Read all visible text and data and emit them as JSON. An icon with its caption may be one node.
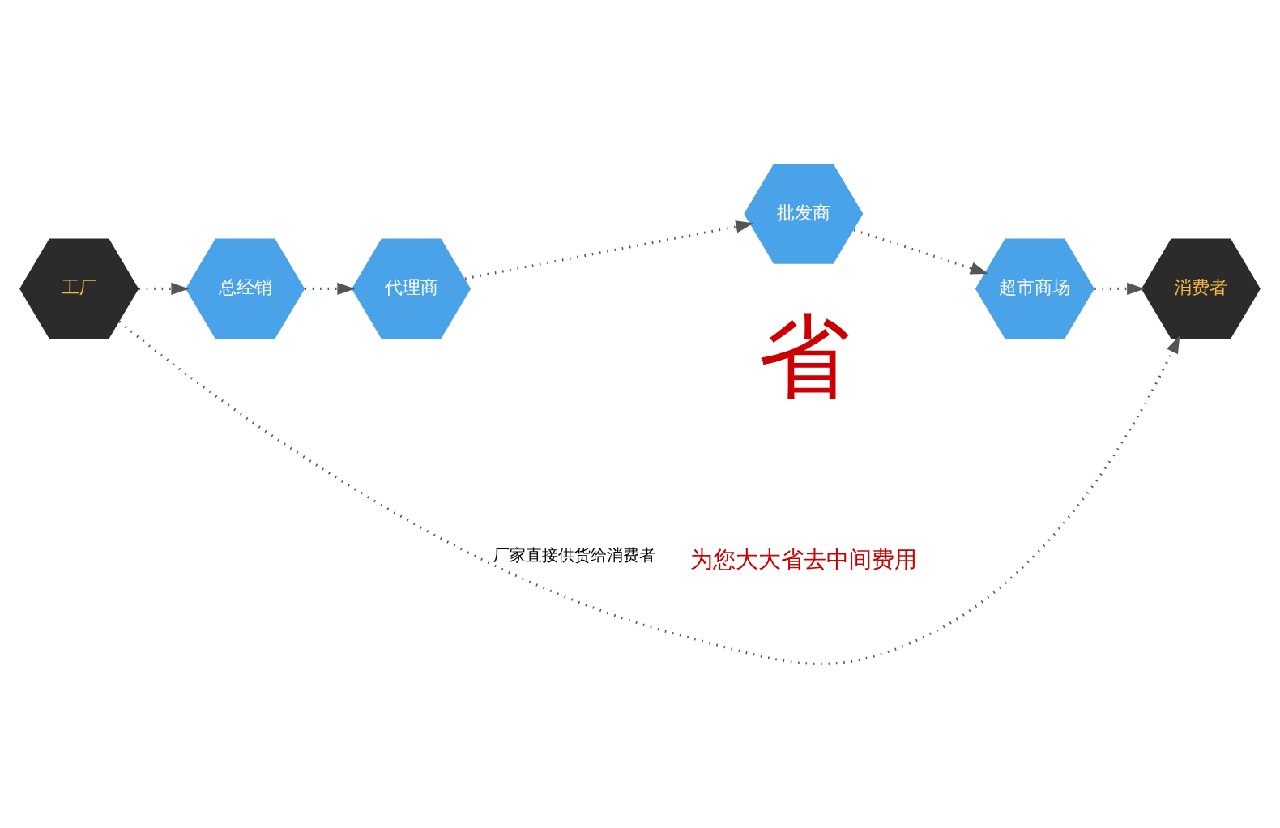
{
  "diagram": {
    "nodes": [
      {
        "text": [
          "工厂"
        ]
      },
      {
        "text": [
          "总经销"
        ]
      },
      {
        "text": [
          "代理商"
        ]
      },
      {
        "text": [
          "批发商"
        ]
      },
      {
        "text": [
          "超市商场"
        ]
      },
      {
        "text": [
          "消费者"
        ]
      }
    ],
    "edges": [
      {
        "from": 0,
        "to": 1,
        "arrow": "to"
      },
      {
        "from": 1,
        "to": 2,
        "arrow": "to"
      },
      {
        "from": 2,
        "to": 3,
        "arrow": "to"
      },
      {
        "from": 3,
        "to": 4,
        "arrow": "to"
      },
      {
        "from": 4,
        "to": 5,
        "arrow": "to"
      },
      {
        "from": 0,
        "to": 5,
        "arrow": "to",
        "label": "厂家直接供货给消费者"
      }
    ],
    "labels": [
      "省",
      "为您大大省去中间费用"
    ]
  }
}
